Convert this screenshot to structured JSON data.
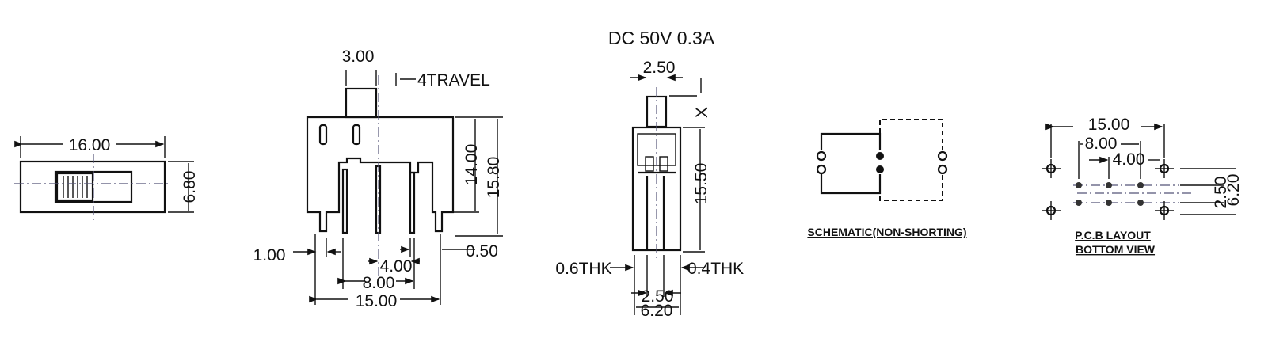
{
  "rating": "DC  50V  0.3A",
  "top_view": {
    "width": "16.00",
    "height": "6.80"
  },
  "front_view": {
    "actuator_width": "3.00",
    "travel": "4TRAVEL",
    "height_body": "14.00",
    "height_total": "15.80",
    "pin_width_left": "1.00",
    "pin_width_right": "0.50",
    "pitch_inner": "4.00",
    "pitch_mid": "8.00",
    "pitch_outer": "15.00"
  },
  "side_view": {
    "actuator_width": "2.50",
    "actuator_height": "X",
    "height": "15.50",
    "thk_left": "0.6THK",
    "thk_right": "0.4THK",
    "pin_pitch": "2.50",
    "width": "6.20"
  },
  "schematic": {
    "label": "SCHEMATIC(NON-SHORTING)"
  },
  "pcb_layout": {
    "dim_outer": "15.00",
    "dim_mid": "8.00",
    "dim_inner": "4.00",
    "dim_row": "2.50",
    "dim_mount": "6.20",
    "label_1": "P.C.B LAYOUT",
    "label_2": "BOTTOM VIEW"
  }
}
